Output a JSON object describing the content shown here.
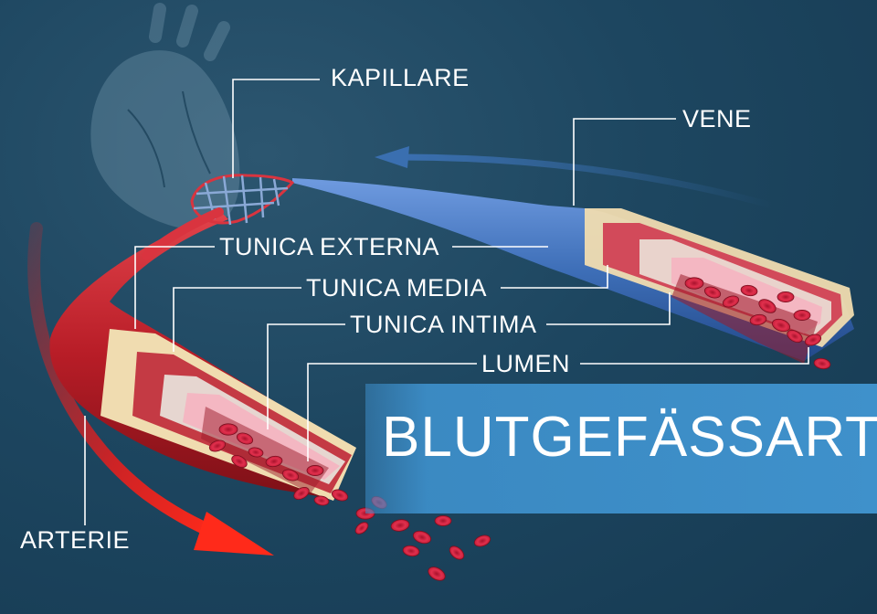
{
  "labels": {
    "kapillare": "KAPILLARE",
    "vene": "VENE",
    "tunica_externa": "TUNICA EXTERNA",
    "tunica_media": "TUNICA MEDIA",
    "tunica_intima": "TUNICA INTIMA",
    "lumen": "LUMEN",
    "arterie": "ARTERIE"
  },
  "title": "BLUTGEFÄSSARTEN",
  "colors": {
    "artery_red": "#c8222e",
    "vein_blue": "#3e6fb8",
    "title_band": "#3f91cb",
    "flow_arrow_red": "#e01f1f",
    "flow_arrow_blue": "#3a6fb0"
  }
}
